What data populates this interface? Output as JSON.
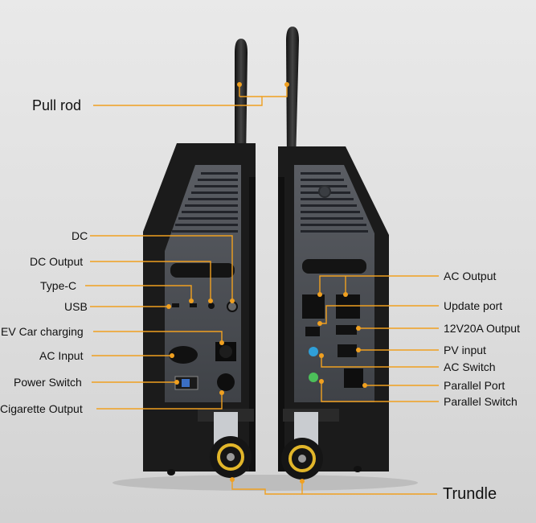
{
  "labels": {
    "pull_rod": "Pull rod",
    "dc": "DC",
    "dc_output": "DC Output",
    "type_c": "Type-C",
    "usb": "USB",
    "ev_car_charging": "EV Car charging",
    "ac_input": "AC Input",
    "power_switch": "Power Switch",
    "cigarette_output": "Cigarette Output",
    "ac_output": "AC Output",
    "update_port": "Update port",
    "output_12v20a": "12V20A Output",
    "pv_input": "PV input",
    "ac_switch": "AC Switch",
    "parallel_port": "Parallel Port",
    "parallel_switch": "Parallel Switch",
    "trundle": "Trundle"
  },
  "colors": {
    "callout_line": "#f0a020",
    "body": "#1b1b1b",
    "panel": "#4c4f55",
    "wheel_rim": "#e2b62a"
  }
}
